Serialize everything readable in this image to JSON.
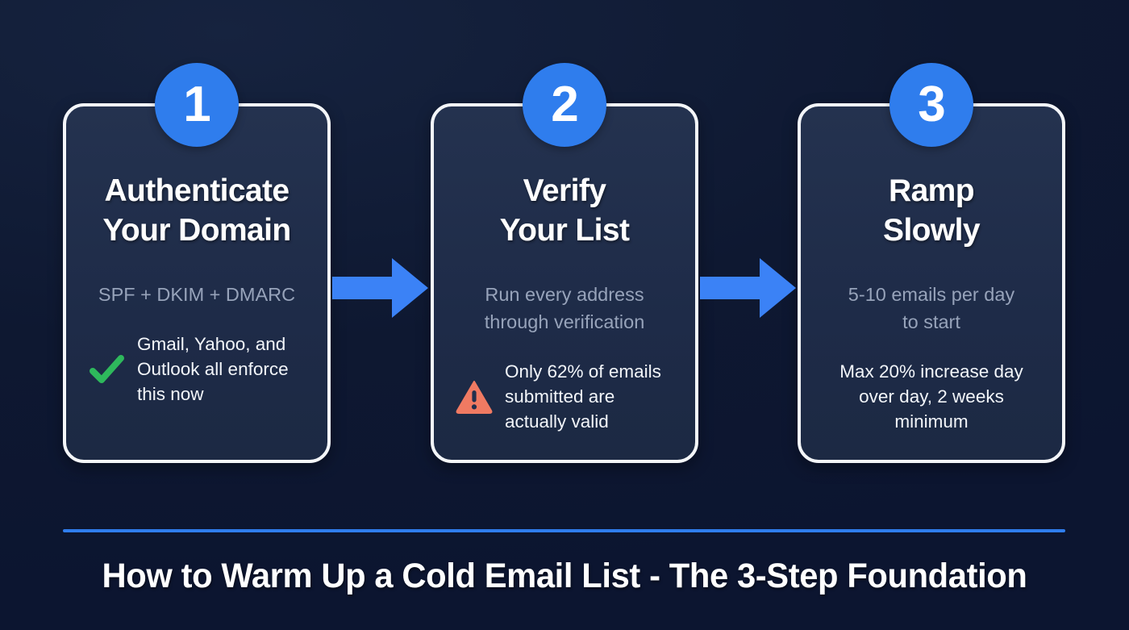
{
  "theme": {
    "background_dark": "#0f1a33",
    "card_fill": "#1e2b48",
    "card_border": "#f4f6f9",
    "accent_blue": "#2f7ded",
    "check_green": "#2eb85c",
    "warning_coral": "#f07a62",
    "muted_text": "#97a3ba",
    "body_text": "#f2f5f9"
  },
  "steps": [
    {
      "number": "1",
      "title": "Authenticate\nYour Domain",
      "subtitle": "SPF + DKIM + DMARC",
      "note_icon": "check-icon",
      "note": "Gmail, Yahoo, and\nOutlook all enforce\nthis now"
    },
    {
      "number": "2",
      "title": "Verify\nYour List",
      "subtitle": "Run every address\nthrough verification",
      "note_icon": "warning-triangle-icon",
      "note": "Only 62% of emails\nsubmitted are\nactually valid"
    },
    {
      "number": "3",
      "title": "Ramp\nSlowly",
      "subtitle": "5-10 emails per day\nto start",
      "note_icon": "none",
      "note": "Max 20% increase day\nover day, 2 weeks\nminimum"
    }
  ],
  "connectors": [
    {
      "icon": "arrow-right-icon",
      "from": "1",
      "to": "2"
    },
    {
      "icon": "arrow-right-icon",
      "from": "2",
      "to": "3"
    }
  ],
  "footer": {
    "title": "How to Warm Up a Cold Email List - The 3-Step Foundation",
    "divider_color": "#2f7ded"
  }
}
